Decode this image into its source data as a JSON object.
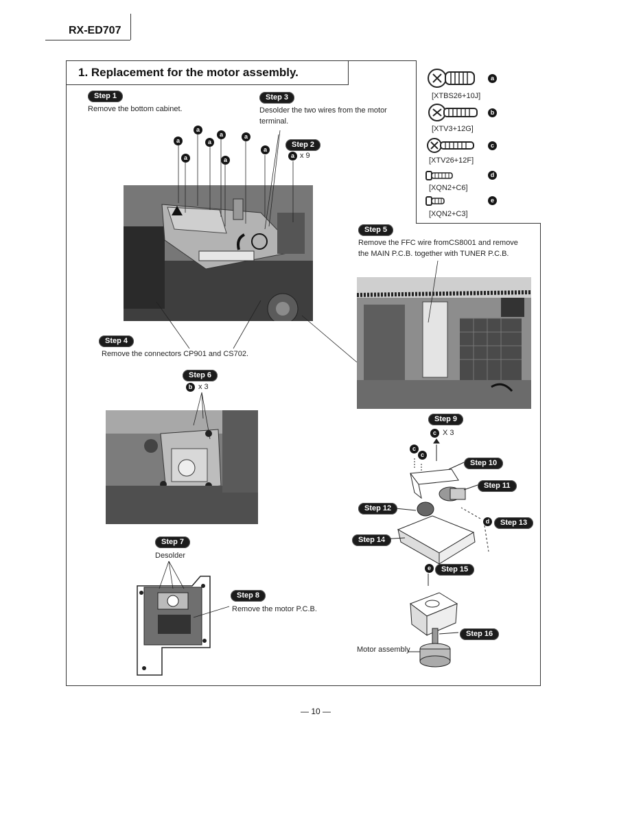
{
  "header": {
    "model": "RX-ED707"
  },
  "section": {
    "title": "1. Replacement for the motor assembly."
  },
  "screws": [
    {
      "code": "[XTBS26+10J]",
      "badge": "a"
    },
    {
      "code": "[XTV3+12G]",
      "badge": "b"
    },
    {
      "code": "[XTV26+12F]",
      "badge": "c"
    },
    {
      "code": "[XQN2+C6]",
      "badge": "d"
    },
    {
      "code": "[XQN2+C3]",
      "badge": "e"
    }
  ],
  "steps": {
    "s1": {
      "label": "Step 1",
      "text": "Remove the bottom cabinet."
    },
    "s2": {
      "label": "Step 2",
      "qty": "x 9",
      "badge": "a"
    },
    "s3": {
      "label": "Step 3",
      "text": "Desolder the two wires from the motor terminal."
    },
    "s4": {
      "label": "Step 4",
      "text": "Remove the connectors CP901 and CS702."
    },
    "s5": {
      "label": "Step 5",
      "text": "Remove the FFC wire fromCS8001 and remove the MAIN P.C.B. together with TUNER P.C.B."
    },
    "s6": {
      "label": "Step 6",
      "qty": "x 3",
      "badge": "b"
    },
    "s7": {
      "label": "Step 7",
      "text": "Desolder"
    },
    "s8": {
      "label": "Step 8",
      "text": "Remove the motor P.C.B."
    },
    "s9": {
      "label": "Step 9",
      "qty": "X 3",
      "badge": "c"
    },
    "s10": {
      "label": "Step 10"
    },
    "s11": {
      "label": "Step 11"
    },
    "s12": {
      "label": "Step 12"
    },
    "s13": {
      "label": "Step 13",
      "badge": "d"
    },
    "s14": {
      "label": "Step 14"
    },
    "s15": {
      "label": "Step 15",
      "badge": "e"
    },
    "s16": {
      "label": "Step 16"
    }
  },
  "badges": {
    "a": "a",
    "b": "b",
    "c": "c",
    "d": "d",
    "e": "e"
  },
  "motor_label": "Motor assembly",
  "page_number": "— 10 —"
}
